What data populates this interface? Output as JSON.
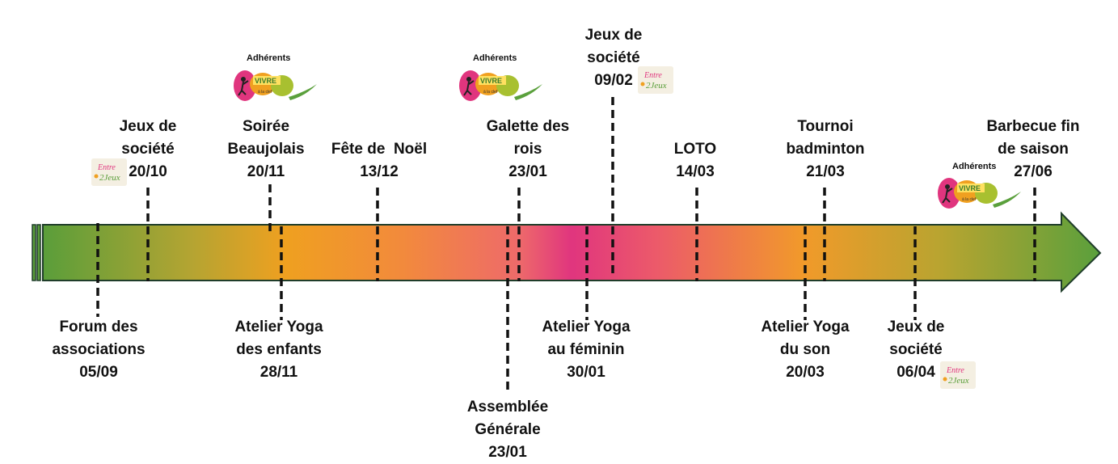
{
  "events_above": [
    {
      "id": "jeux-1",
      "lines": [
        "Jeux de",
        "société",
        "20/10"
      ]
    },
    {
      "id": "soiree-beaujolais",
      "lines": [
        "Soirée",
        "Beaujolais",
        "20/11"
      ]
    },
    {
      "id": "fete-noel",
      "lines": [
        "Fête de  Noël",
        "13/12"
      ]
    },
    {
      "id": "galette",
      "lines": [
        "Galette des",
        "rois",
        "23/01"
      ]
    },
    {
      "id": "jeux-2",
      "lines": [
        "Jeux de",
        "société",
        "09/02"
      ]
    },
    {
      "id": "loto",
      "lines": [
        "LOTO",
        "14/03"
      ]
    },
    {
      "id": "tournoi",
      "lines": [
        "Tournoi",
        "badminton",
        "21/03"
      ]
    },
    {
      "id": "barbecue",
      "lines": [
        "Barbecue fin",
        "de saison",
        "27/06"
      ]
    }
  ],
  "events_below": [
    {
      "id": "forum",
      "lines": [
        "Forum des",
        "associations",
        "05/09"
      ]
    },
    {
      "id": "yoga-enfants",
      "lines": [
        "Atelier Yoga",
        "des enfants",
        "28/11"
      ]
    },
    {
      "id": "assemblee",
      "lines": [
        "Assemblée",
        "Générale",
        "23/01"
      ]
    },
    {
      "id": "yoga-feminin",
      "lines": [
        "Atelier Yoga",
        "au féminin",
        "30/01"
      ]
    },
    {
      "id": "yoga-son",
      "lines": [
        "Atelier Yoga",
        "du son",
        "20/03"
      ]
    },
    {
      "id": "jeux-3",
      "lines": [
        "Jeux de",
        "société",
        "06/04"
      ]
    }
  ],
  "badge_label": "Adhérents",
  "logo_text_main": "VIVRE",
  "logo_text_sub": "à la clef",
  "sticker_text": "Entre 2 Jeux",
  "colors": {
    "green": "#5a9e3a",
    "olive": "#b8a030",
    "orange": "#f0a020",
    "salmon": "#f07858",
    "magenta": "#e0357e",
    "outline": "#1f3d2a"
  }
}
